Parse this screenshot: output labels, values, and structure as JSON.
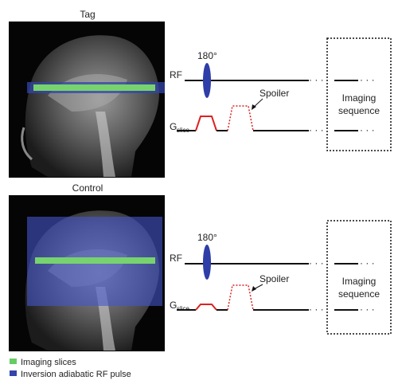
{
  "panels": {
    "tag": {
      "title": "Tag",
      "rf_label": "RF",
      "pulse_label": "180°",
      "gradient_label": "G",
      "gradient_subscript": "slice",
      "spoiler_label": "Spoiler",
      "imaging_label_line1": "Imaging",
      "imaging_label_line2": "sequence",
      "ellipsis": "· · ·"
    },
    "control": {
      "title": "Control",
      "rf_label": "RF",
      "pulse_label": "180°",
      "gradient_label": "G",
      "gradient_subscript": "slice",
      "spoiler_label": "Spoiler",
      "imaging_label_line1": "Imaging",
      "imaging_label_line2": "sequence",
      "ellipsis": "· · ·"
    }
  },
  "legend": [
    {
      "label": "Imaging slices",
      "color": "#66cc66"
    },
    {
      "label": "Inversion adiabatic RF pulse",
      "color": "#3344aa"
    }
  ],
  "colors": {
    "pulse": "#2e3da8",
    "gradient": "#dd2222",
    "slice_band": "#77d36e",
    "inversion_band": "#4455cc",
    "line": "#111111"
  }
}
